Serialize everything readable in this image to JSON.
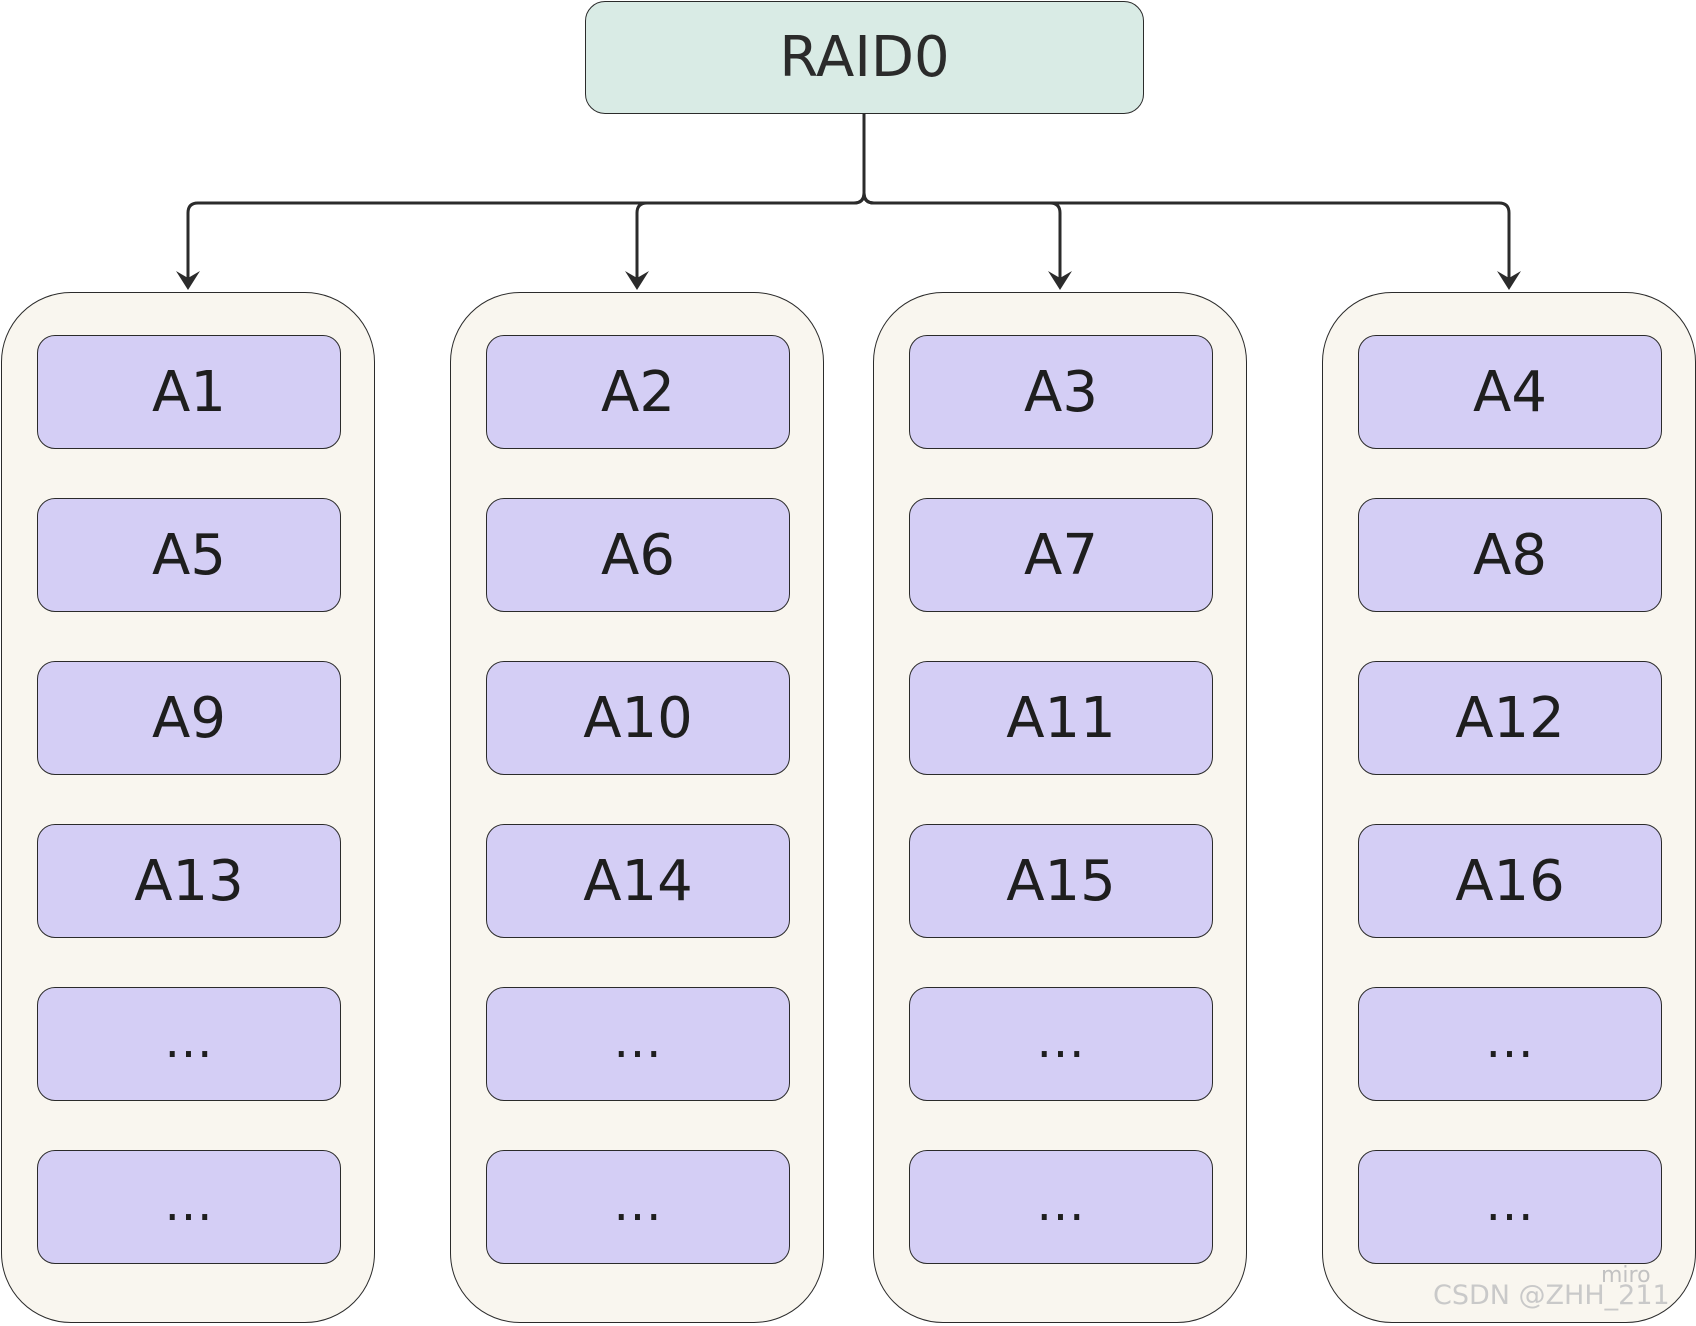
{
  "root": {
    "label": "RAID0"
  },
  "colors": {
    "root_fill": "#d9ebe5",
    "disk_fill": "#f9f6ef",
    "block_fill": "#d4cef5",
    "stroke": "#2b2b2b"
  },
  "disks": [
    {
      "blocks": [
        "A1",
        "A5",
        "A9",
        "A13",
        "...",
        "..."
      ]
    },
    {
      "blocks": [
        "A2",
        "A6",
        "A10",
        "A14",
        "...",
        "..."
      ]
    },
    {
      "blocks": [
        "A3",
        "A7",
        "A11",
        "A15",
        "...",
        "..."
      ]
    },
    {
      "blocks": [
        "A4",
        "A8",
        "A12",
        "A16",
        "...",
        "..."
      ]
    }
  ],
  "brand": "miro",
  "watermark": "CSDN @ZHH_211"
}
